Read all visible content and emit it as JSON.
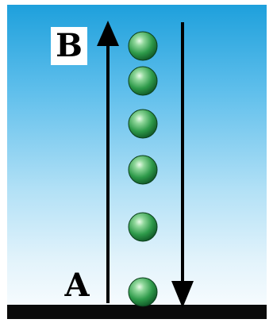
{
  "labels": {
    "top_point": "B",
    "bottom_point": "A"
  },
  "arrows": [
    {
      "direction": "up"
    },
    {
      "direction": "down"
    }
  ],
  "ball_count": 6,
  "colors": {
    "sky_top": "#1ea0dc",
    "sky_bottom": "#f6fbfe",
    "ground": "#0a0a0a",
    "ball": "#2e9a4a",
    "arrow": "#000000"
  }
}
